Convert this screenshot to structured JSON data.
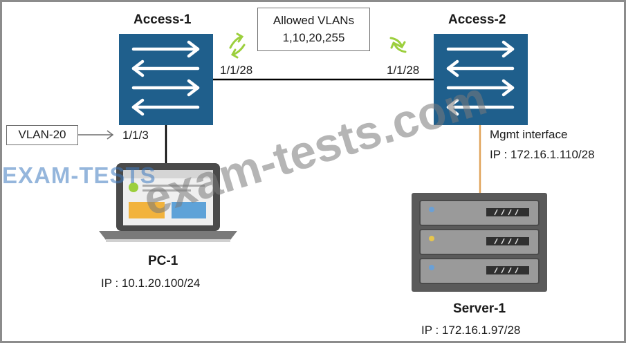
{
  "access1": {
    "title": "Access-1",
    "uplink_port": "1/1/28",
    "pc_port": "1/1/3"
  },
  "access2": {
    "title": "Access-2",
    "uplink_port": "1/1/28",
    "mgmt_label": "Mgmt interface",
    "mgmt_ip": "IP : 172.16.1.110/28"
  },
  "trunk": {
    "title": "Allowed VLANs",
    "vlans": "1,10,20,255"
  },
  "pc1": {
    "title": "PC-1",
    "ip": "IP : 10.1.20.100/24",
    "vlan_tag": "VLAN-20"
  },
  "server1": {
    "title": "Server-1",
    "ip": "IP : 172.16.1.97/28"
  },
  "watermarks": {
    "left": "EXAM-TESTS",
    "diagonal": "exam-tests.com"
  },
  "colors": {
    "switch": "#1f5f8c",
    "mgmt_link": "#e0a35a",
    "link": "#000000",
    "green_arrows": "#9ccf3d",
    "watermark": "#7a7a7a",
    "left_watermark": "#3f7bc0"
  },
  "icons": [
    "switch-icon",
    "laptop-icon",
    "server-icon",
    "exchange-arrows-icon"
  ]
}
